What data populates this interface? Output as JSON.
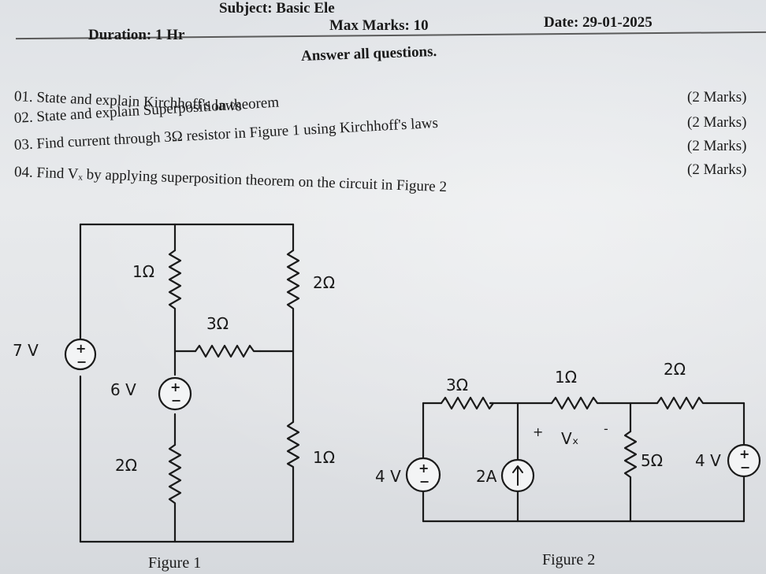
{
  "header": {
    "subject": "Subject: Basic Ele",
    "duration": "Duration: 1 Hr",
    "max_marks": "Max Marks: 10",
    "date": "Date: 29-01-2025",
    "instruction": "Answer all questions."
  },
  "questions": [
    {
      "text": "01. State and explain Kirchhoff's laws",
      "marks": "(2 Marks)"
    },
    {
      "text": "02. State and explain Superposition theorem",
      "marks": "(2 Marks)"
    },
    {
      "text": "03. Find current through 3Ω resistor in Figure 1 using Kirchhoff's laws",
      "marks": "(2 Marks)"
    },
    {
      "text": "04. Find Vₓ by applying superposition theorem on the circuit in Figure 2",
      "marks": "(2 Marks)"
    }
  ],
  "figure1": {
    "caption": "Figure 1",
    "source_main": "7 V",
    "source_mid": "6 V",
    "r_top_left": "1Ω",
    "r_top_right": "2Ω",
    "r_middle": "3Ω",
    "r_bottom_left": "2Ω",
    "r_bottom_right": "1Ω"
  },
  "figure2": {
    "caption": "Figure 2",
    "source_left": "4 V",
    "source_current": "2A",
    "source_right": "4 V",
    "r1": "3Ω",
    "r2": "1Ω",
    "r3": "2Ω",
    "r4": "5Ω",
    "vx": "Vₓ",
    "plus": "+",
    "minus": "-"
  }
}
